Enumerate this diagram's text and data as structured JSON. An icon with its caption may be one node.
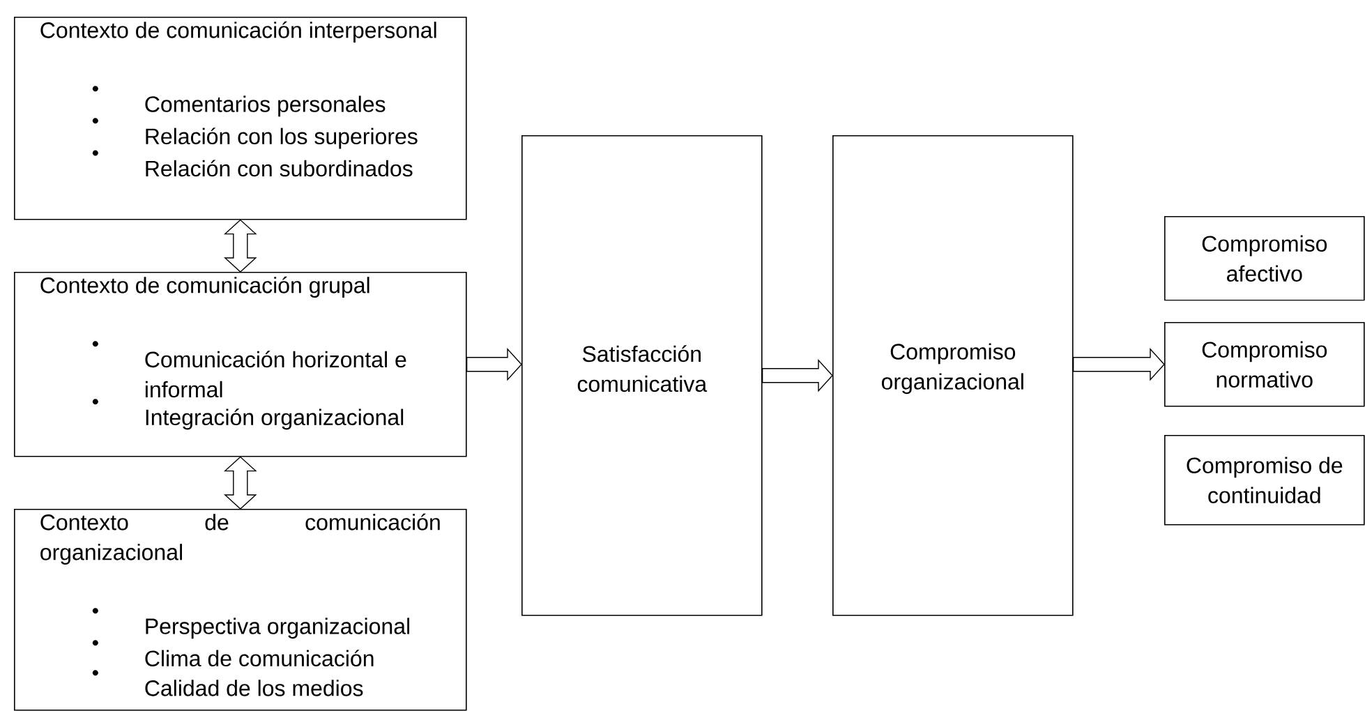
{
  "diagram": {
    "nodes": [
      {
        "text": [
          "Contexto de comunicación interpersonal",
          "Comentarios personales",
          "Relación con los superiores",
          "Relación con subordinados"
        ]
      },
      {
        "text": [
          "Contexto de comunicación grupal",
          "Comunicación horizontal e informal",
          "Integración organizacional"
        ]
      },
      {
        "text": [
          "Contexto de comunicación organizacional",
          "Perspectiva organizacional",
          "Clima de comunicación",
          "Calidad de los medios"
        ]
      },
      {
        "text": [
          "Satisfacción comunicativa"
        ]
      },
      {
        "text": [
          "Compromiso organizacional"
        ]
      },
      {
        "text": [
          "Compromiso afectivo"
        ]
      },
      {
        "text": [
          "Compromiso normativo"
        ]
      },
      {
        "text": [
          "Compromiso de continuidad"
        ]
      }
    ],
    "edges": [
      {
        "from": 0,
        "to": 1,
        "arrow": "both"
      },
      {
        "from": 1,
        "to": 2,
        "arrow": "both"
      },
      {
        "from": 1,
        "to": 3,
        "arrow": "to"
      },
      {
        "from": 3,
        "to": 4,
        "arrow": "to"
      },
      {
        "from": 4,
        "to": 6,
        "arrow": "to"
      }
    ]
  }
}
